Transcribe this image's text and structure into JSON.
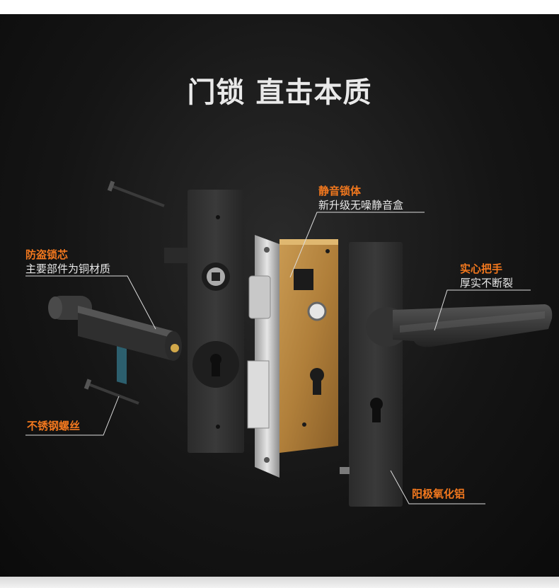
{
  "title": "门锁 直击本质",
  "callouts": {
    "lock_body": {
      "heading": "静音锁体",
      "desc": "新升级无噪静音盒"
    },
    "cylinder": {
      "heading": "防盗锁芯",
      "desc": "主要部件为铜材质"
    },
    "handle": {
      "heading": "实心把手",
      "desc": "厚实不断裂"
    },
    "screws": {
      "heading": "不锈钢螺丝"
    },
    "plate": {
      "heading": "阳极氧化铝"
    }
  },
  "colors": {
    "accent": "#f2781e",
    "background": "#151515",
    "text": "#e8e8e8"
  }
}
